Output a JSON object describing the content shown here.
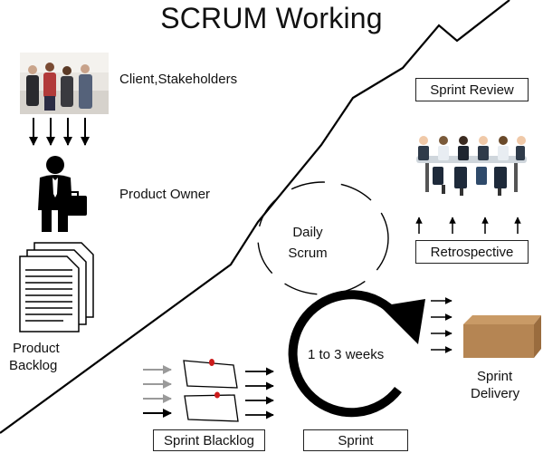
{
  "title": "SCRUM Working",
  "labels": {
    "client": "Client,Stakeholders",
    "product_owner": "Product Owner",
    "product_backlog_line1": "Product",
    "product_backlog_line2": "Backlog",
    "sprint_review": "Sprint Review",
    "daily_scrum_line1": "Daily",
    "daily_scrum_line2": "Scrum",
    "retrospective": "Retrospective",
    "cycle_duration": "1 to 3 weeks",
    "sprint_delivery_line1": "Sprint",
    "sprint_delivery_line2": "Delivery",
    "sprint_backlog": "Sprint Blacklog",
    "sprint": "Sprint"
  },
  "colors": {
    "line": "#000000",
    "pin": "#cc1b1b",
    "box": "#b58553",
    "gray_arrow": "#9a9a9a"
  }
}
